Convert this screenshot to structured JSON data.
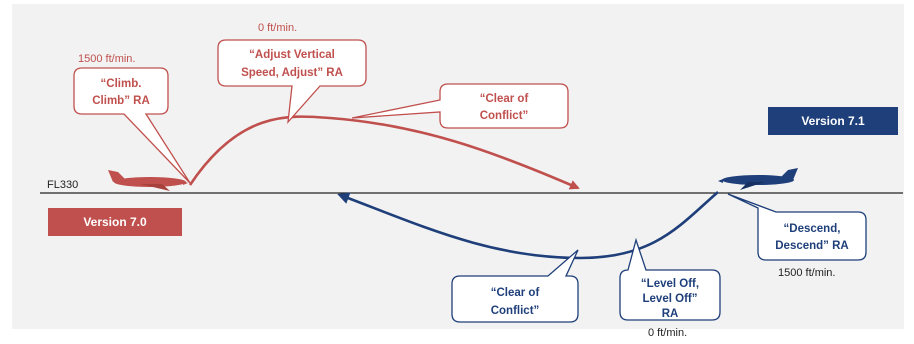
{
  "flight_level": "FL330",
  "colors": {
    "red": "#c0504d",
    "blue": "#1f3f7a",
    "panel": "#f2f2f2"
  },
  "version_old": "Version 7.0",
  "version_new": "Version 7.1",
  "red_path": {
    "rate_start": "1500 ft/min.",
    "rate_top": "0 ft/min.",
    "callout_climb": [
      "“Climb.",
      "Climb” RA"
    ],
    "callout_adjust": [
      "“Adjust Vertical",
      "Speed, Adjust” RA"
    ],
    "callout_clear": [
      "“Clear of",
      "Conflict”"
    ]
  },
  "blue_path": {
    "rate_start": "1500 ft/min.",
    "rate_bottom": "0 ft/min.",
    "callout_descend": [
      "“Descend,",
      "Descend” RA"
    ],
    "callout_level": [
      "“Level Off,",
      "Level Off”",
      "RA"
    ],
    "callout_clear": [
      "“Clear of",
      "Conflict”"
    ]
  }
}
